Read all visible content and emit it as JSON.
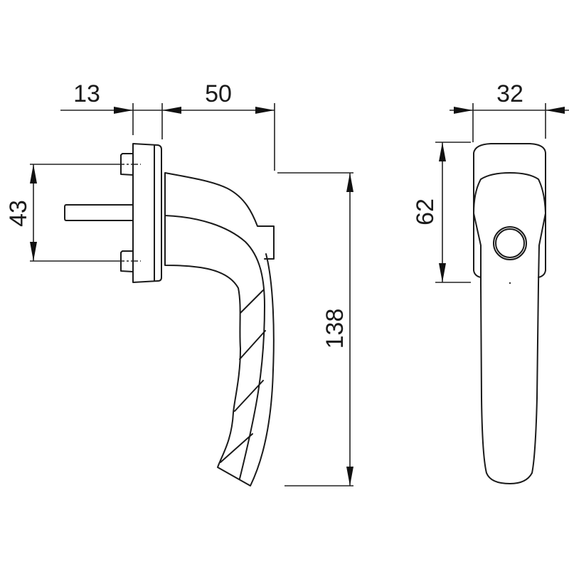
{
  "drawing": {
    "subject": "window-handle",
    "dimensions": {
      "rosette_depth": "13",
      "handle_projection": "50",
      "screw_spacing": "43",
      "handle_length": "138",
      "rosette_width": "32",
      "rosette_height": "62"
    },
    "line_color": "#1a1a1a",
    "background": "#ffffff"
  }
}
